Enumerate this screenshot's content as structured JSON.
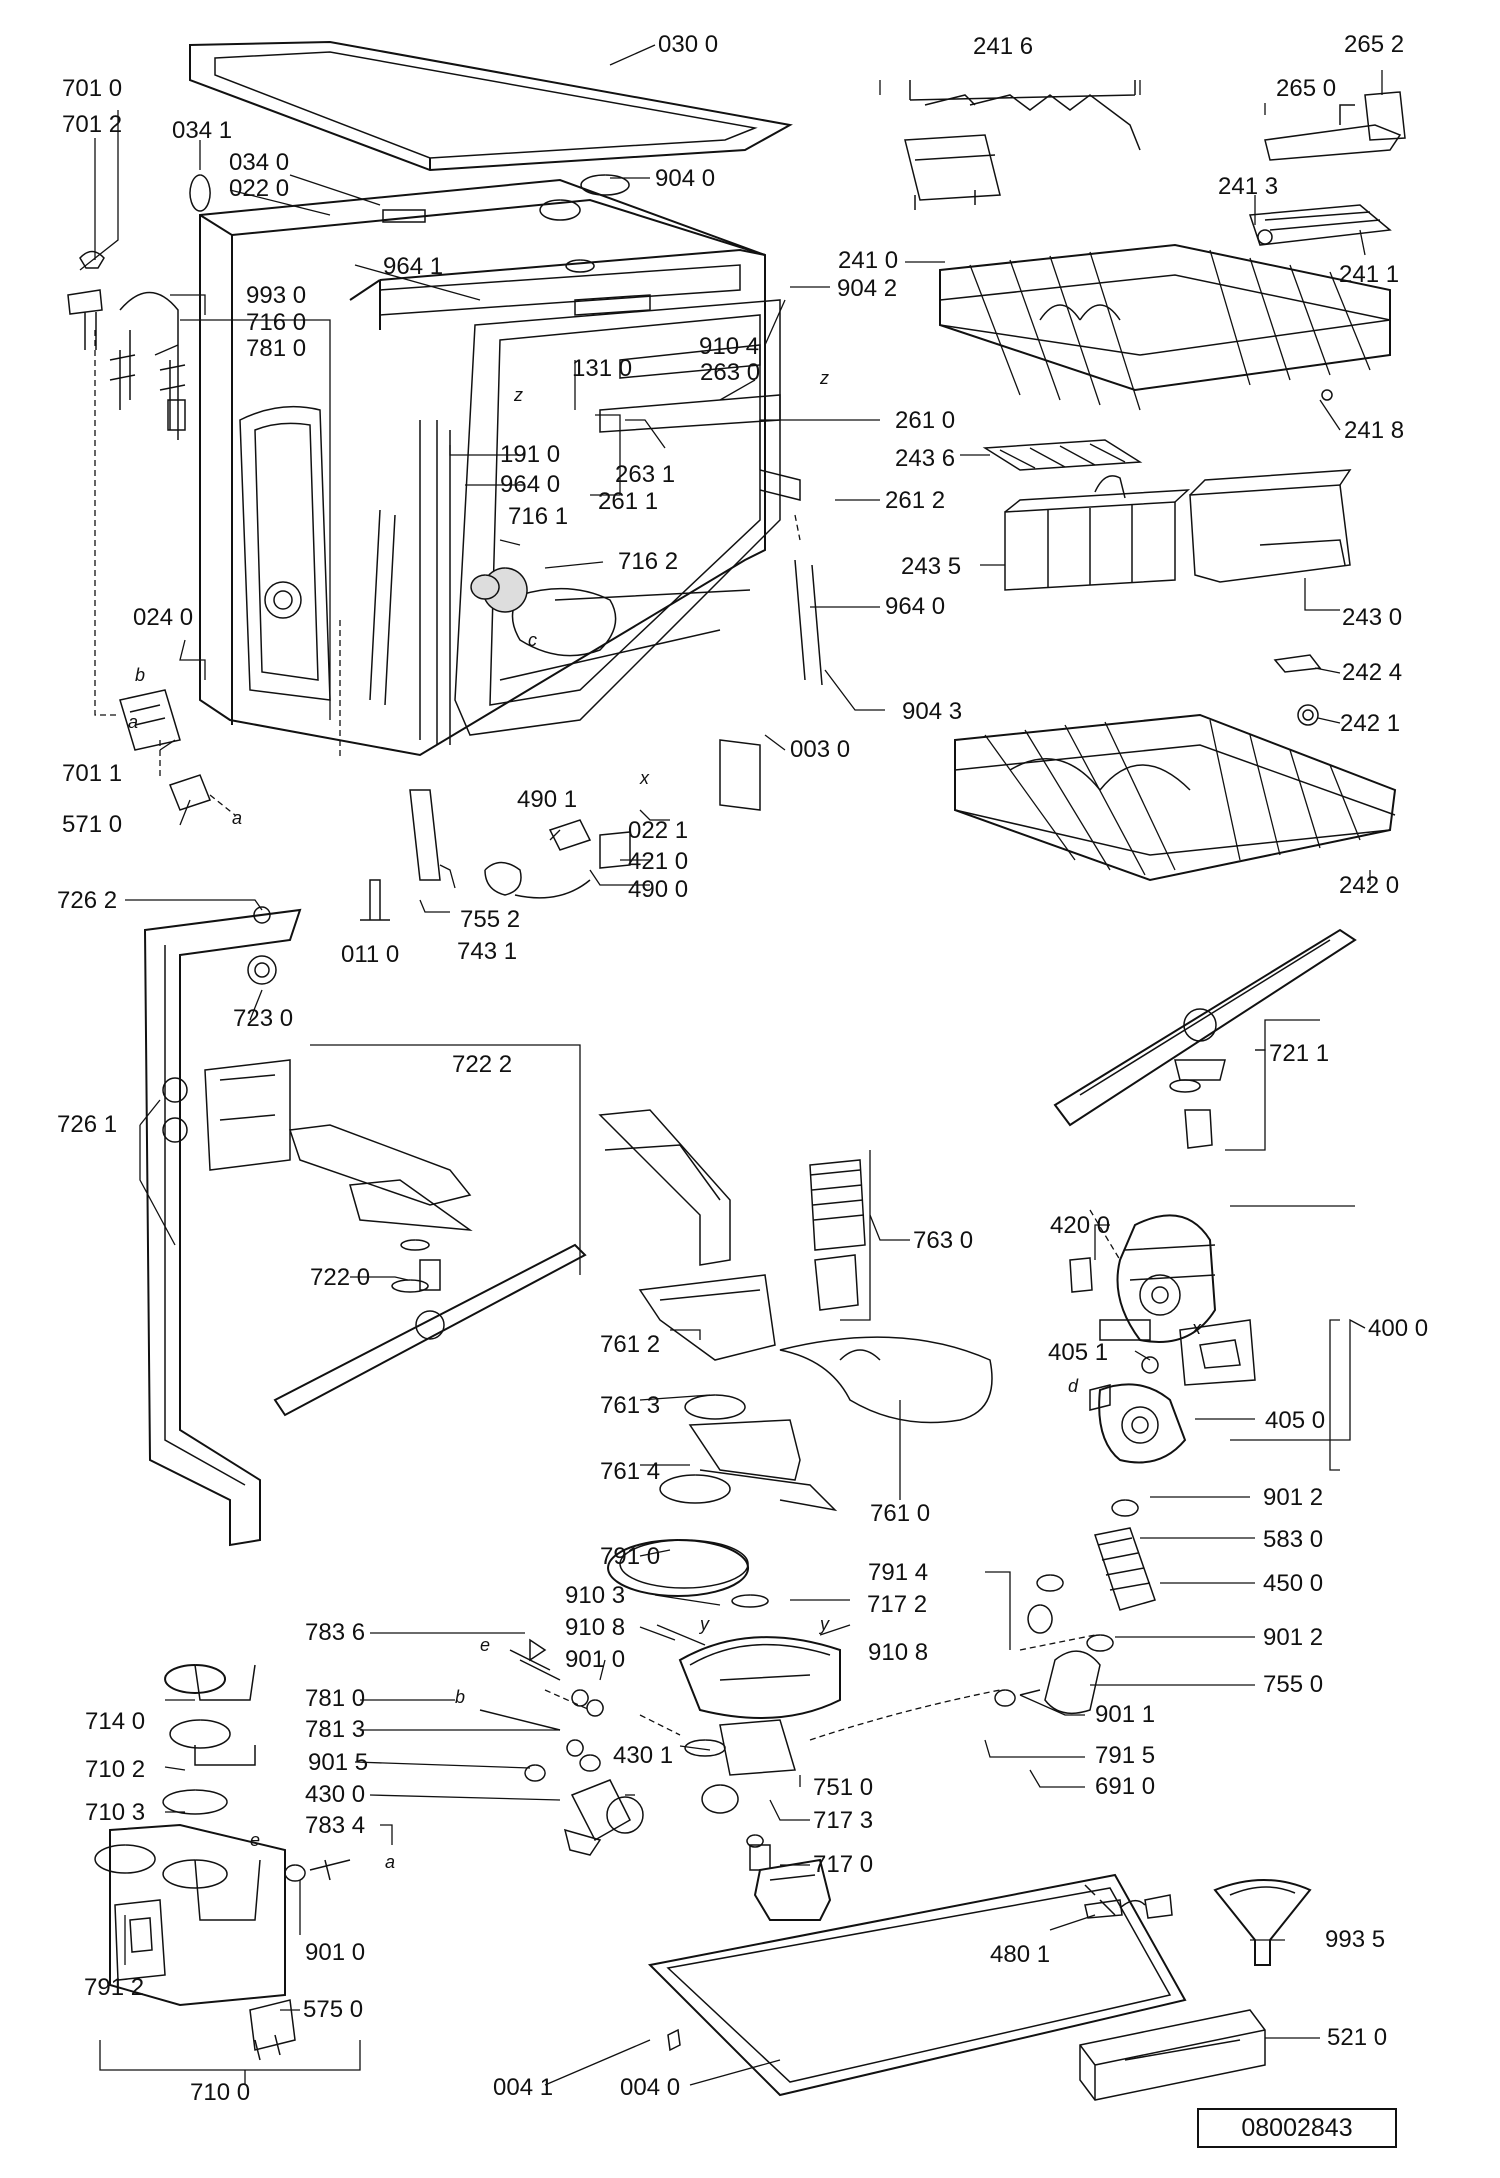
{
  "labels": {
    "l0300": "030 0",
    "l7010": "701 0",
    "l7012": "701 2",
    "l0341": "034 1",
    "l0340": "034 0",
    "l0220": "022 0",
    "l9040": "904 0",
    "l9641": "964 1",
    "l9930": "993 0",
    "l7160": "716 0",
    "l7810": "781 0",
    "l9042": "904 2",
    "l9104": "910 4",
    "l1310": "131 0",
    "l2630": "263 0",
    "l2610": "261 0",
    "l2631": "263 1",
    "l1910": "191 0",
    "l9640a": "964 0",
    "l2611": "261 1",
    "l2612": "261 2",
    "l7161": "716 1",
    "l7162": "716 2",
    "l9640b": "964 0",
    "l0240": "024 0",
    "l9043": "904 3",
    "l0030": "003 0",
    "l7011": "701 1",
    "l5710": "571 0",
    "l4901": "490 1",
    "l0221": "022 1",
    "l4210": "421 0",
    "l4900": "490 0",
    "l7552": "755 2",
    "l0110": "011 0",
    "l7431": "743 1",
    "l2416": "241 6",
    "l2652": "265 2",
    "l2650": "265 0",
    "l2413": "241 3",
    "l2410": "241 0",
    "l2411": "241 1",
    "l2418": "241 8",
    "l2436": "243 6",
    "l2435": "243 5",
    "l2430": "243 0",
    "l2424": "242 4",
    "l2421": "242 1",
    "l2420": "242 0",
    "l7262": "726 2",
    "l7230": "723 0",
    "l7222": "722 2",
    "l7261": "726 1",
    "l7220": "722 0",
    "l7211": "721 1",
    "l7630": "763 0",
    "l4200": "420 0",
    "l4000": "400 0",
    "l7612": "761 2",
    "l4051": "405 1",
    "l4050": "405 0",
    "l7613": "761 3",
    "l7614": "761 4",
    "l7610": "761 0",
    "l9012a": "901 2",
    "l7910": "791 0",
    "l5830": "583 0",
    "l7914": "791 4",
    "l4500": "450 0",
    "l9103": "910 3",
    "l7172": "717 2",
    "l7836": "783 6",
    "l9108a": "910 8",
    "l9108b": "910 8",
    "l9010a": "901 0",
    "l9012b": "901 2",
    "l7550": "755 0",
    "l7140": "714 0",
    "l7810b": "781 0",
    "l9011": "901 1",
    "l7813": "781 3",
    "l7102": "710 2",
    "l4301": "430 1",
    "l7915": "791 5",
    "l9015": "901 5",
    "l7510": "751 0",
    "l4300": "430 0",
    "l6910": "691 0",
    "l7103": "710 3",
    "l7834": "783 4",
    "l7173": "717 3",
    "l7170": "717 0",
    "l4801": "480 1",
    "l9935": "993 5",
    "l9010b": "901 0",
    "l7912": "791 2",
    "l5750": "575 0",
    "l5210": "521 0",
    "l0041": "004 1",
    "l0040": "004 0",
    "l7100": "710 0"
  },
  "letters": {
    "b1": "b",
    "a1": "a",
    "a2": "a",
    "c1": "c",
    "z1": "z",
    "z2": "z",
    "x1": "x",
    "x2": "x",
    "d1": "d",
    "e1": "e",
    "b2": "b",
    "e2": "e",
    "a3": "a",
    "y1": "y",
    "y2": "y"
  },
  "drawing_number": "08002843"
}
